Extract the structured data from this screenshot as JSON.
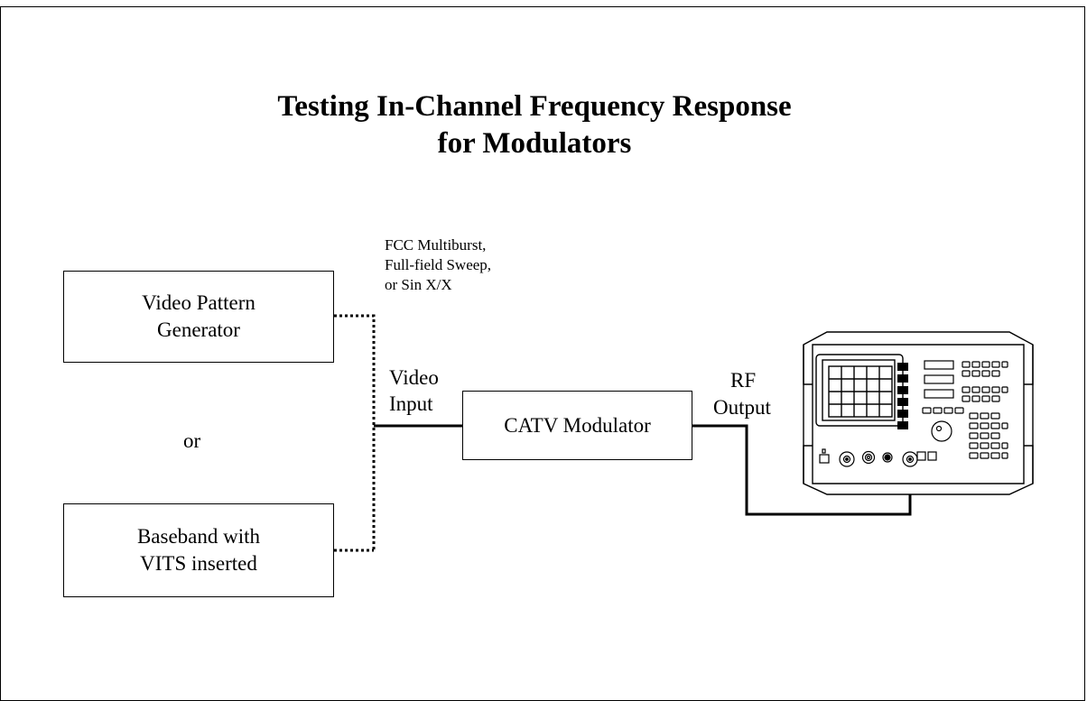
{
  "title": {
    "line1": "Testing In-Channel Frequency Response",
    "line2": "for Modulators"
  },
  "sources": {
    "video_pattern_generator": [
      "Video Pattern",
      "Generator"
    ],
    "or_label": "or",
    "baseband": [
      "Baseband with",
      "VITS inserted"
    ]
  },
  "test_signal_note": [
    "FCC Multiburst,",
    "Full-field Sweep,",
    "or Sin X/X"
  ],
  "video_input_label": [
    "Video",
    "Input"
  ],
  "modulator_label": "CATV Modulator",
  "rf_output_label": [
    "RF",
    "Output"
  ],
  "instrument_icon": "spectrum-analyzer-icon"
}
